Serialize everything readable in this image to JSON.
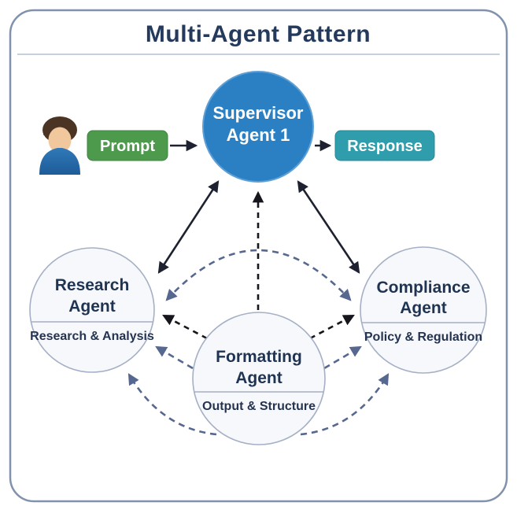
{
  "title": "Multi-Agent Pattern",
  "colors": {
    "title_navy": "#243a5c",
    "supervisor_fill": "#2b80c4",
    "supervisor_rim": "#5ea0d6",
    "prompt_fill": "#4d9a4d",
    "response_fill": "#2f9dab",
    "agent_fill": "#f7f8fb",
    "agent_border": "#a5b0c5",
    "solid_arrow": "#1d2130",
    "dashed_dark_arrow": "#16161d",
    "dashed_blue_arrow": "#56688f",
    "frame_border": "#8192ac"
  },
  "user": {
    "icon": "person-icon"
  },
  "io": {
    "prompt_label": "Prompt",
    "response_label": "Response"
  },
  "supervisor": {
    "line1": "Supervisor",
    "line2": "Agent 1"
  },
  "agents": [
    {
      "id": "research",
      "line1": "Research",
      "line2": "Agent",
      "subtitle": "Research & Analysis"
    },
    {
      "id": "formatting",
      "line1": "Formatting",
      "line2": "Agent",
      "subtitle": "Output & Structure"
    },
    {
      "id": "compliance",
      "line1": "Compliance",
      "line2": "Agent",
      "subtitle": "Policy & Regulation"
    }
  ]
}
